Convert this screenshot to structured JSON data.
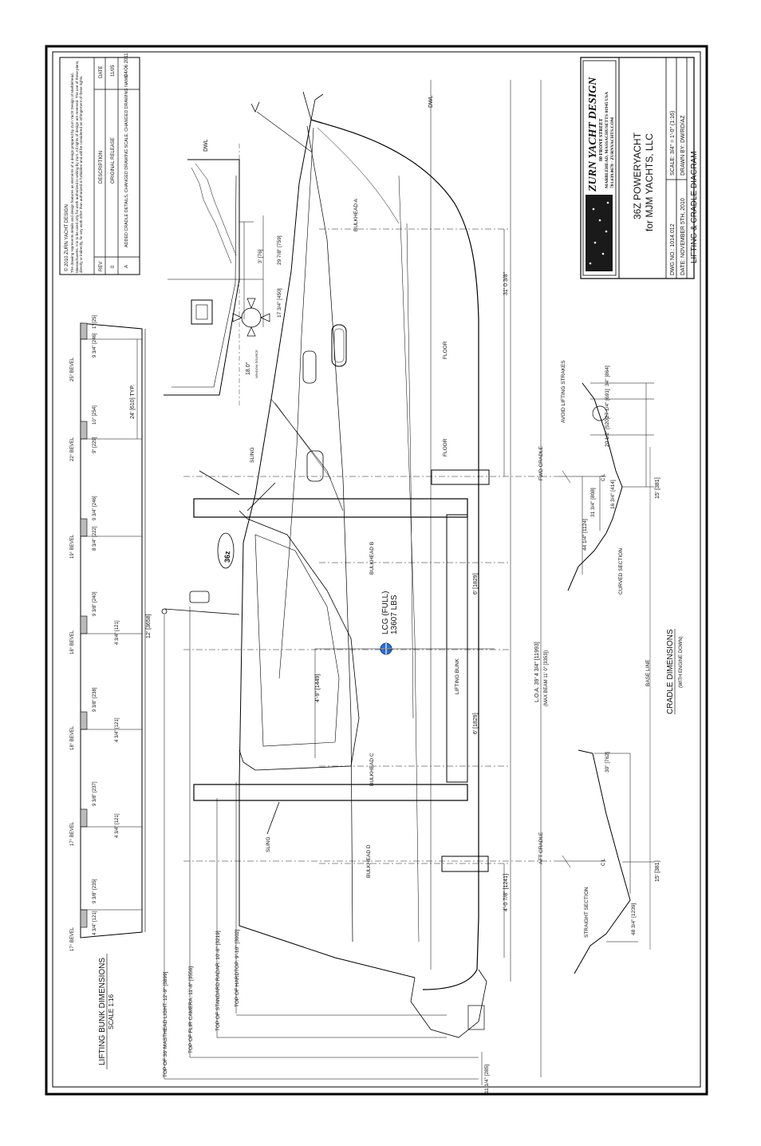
{
  "title_block": {
    "company": "ZURN YACHT DESIGN",
    "addr1": "80 FRONT STREET",
    "addr2": "MARBLEHEAD, MASSACHUSETTS 01945 USA",
    "addr3": "781.639.0678 · ZURNYACHTS.COM",
    "project1": "36Z POWERYACHT",
    "project2": "for MJM YACHTS, LLC",
    "dwg_no": "DWG NO.: 1014.012",
    "scale": "SCALE: 3/4\" = 1'-0\" (1:16)",
    "date": "DATE: NOVEMBER 5TH, 2010",
    "drawn_by": "DRAWN BY: DW/RD/AZ",
    "sheet_title": "LIFTING & CRADLE DIAGRAM"
  },
  "notes": {
    "copyright": "© 2010 ZURN YACHT DESIGN",
    "text": "The drawing represents details and design features as elements of a design prepared by Zurn Yacht Design of Marblehead, Massachusetts. It is to be used only for work authorized in writing by Zurn. All rights of design are reserved. The use of these plans, directly or indirectly, for any work other than authorized is forbidden and will be considered an infringement of these rights."
  },
  "revisions": {
    "headers": [
      "REV",
      "DESCRIPTION",
      "DATE"
    ],
    "rows": [
      [
        "0",
        "ORIGINAL RELEASE",
        "11/05"
      ],
      [
        "A",
        "ADDED CRADLE DETAILS, CHANGED DRAWING SCALE, CHANGED DRAWING NAME",
        "04/06 2011"
      ]
    ]
  },
  "bunk_section": {
    "title": "LIFTING BUNK DIMENSIONS",
    "scale": "SCALE 1:16",
    "overall": "12' [3658]",
    "typ": "24' [610] TYP.",
    "bevels": [
      "17° BEVEL",
      "17° BEVEL",
      "18° BEVEL",
      "18° BEVEL",
      "19° BEVEL",
      "22° BEVEL",
      "25° BEVEL"
    ],
    "dims": [
      "4 3/4\" [121]",
      "9 3/8\" [235]",
      "4 3/4\" [121]",
      "9 3/8\" [237]",
      "4 3/4\" [121]",
      "9 3/8\" [238]",
      "4 3/4\" [121]",
      "9 3/8\" [240]",
      "8 3/4\" [222]",
      "9 3/4\" [246]",
      "9\" [229]",
      "10\" [254]",
      "9 3/4\" [246]",
      "1\" [25]"
    ]
  },
  "profile": {
    "dwl": "DWL",
    "bulkhead_a": "BULKHEAD A",
    "bulkhead_b": "BULKHEAD B",
    "bulkhead_c": "BULKHEAD C",
    "bulkhead_d": "BULKHEAD D",
    "floor1": "FLOOR",
    "floor2": "FLOOR",
    "sling1": "SLING",
    "sling2": "SLING",
    "lcg1": "LCG (FULL)",
    "lcg2": "13607 LBS",
    "logo": "36z",
    "lifting_bunk": "LIFTING BUNK",
    "fwd_cradle": "FWD CRADLE",
    "aft_cradle": "AFT CRADLE",
    "loa": "L.O.A. 39' 4 3/4\" [11993]",
    "max_beam": "(MAX BEAM 11' 0\" [3353])",
    "d_31": "31' 0 3/8\"",
    "d_6a": "6' [1829]",
    "d_6b": "6' [1829]",
    "d_4_9": "4'-9\" [1449]",
    "d_4_0": "4'-0 7/8\" [1241]",
    "d_11": "11 1/4\" [285]",
    "hardtop": "TOP OF HARDTOP: 9'-10\" [3002]",
    "radar": "TOP OF STANDARD RADAR: 10'-6\" [3219]",
    "flir": "TOP OF FLIR CAMERA: 11'-8\" [3556]",
    "masthead": "TOP OF 36' MASTHEAD LIGHT: 12'-9\" [3899]"
  },
  "prop_section": {
    "dwl": "DWL",
    "d_3": "3' [76]",
    "d_29": "29 7/8\" [759]",
    "d_17": "17 3/4\" [450]",
    "angle": "18.0°",
    "note": "WINDOW SOURCE"
  },
  "cradle": {
    "title": "CRADLE DIMENSIONS",
    "subtitle": "(WITH ENGINE DOWN)",
    "baseline": "BASE LINE",
    "avoid": "AVOID LIFTING STRAKES",
    "curved": "CURVED SECTION",
    "straight": "STRAIGHT SECTION",
    "fwd_15": "15' [381]",
    "aft_15": "15' [381]",
    "fwd_dims": [
      "34\" [864]",
      "27 1/4\" [691]",
      "20 1/2\" [520]",
      "16 3/4\" [414]",
      "31 3/4\" [808]",
      "44 1/4\" [1124]"
    ],
    "aft_dims": [
      "30\" [762]",
      "48 3/4\" [1239]"
    ],
    "cl": "C L"
  }
}
